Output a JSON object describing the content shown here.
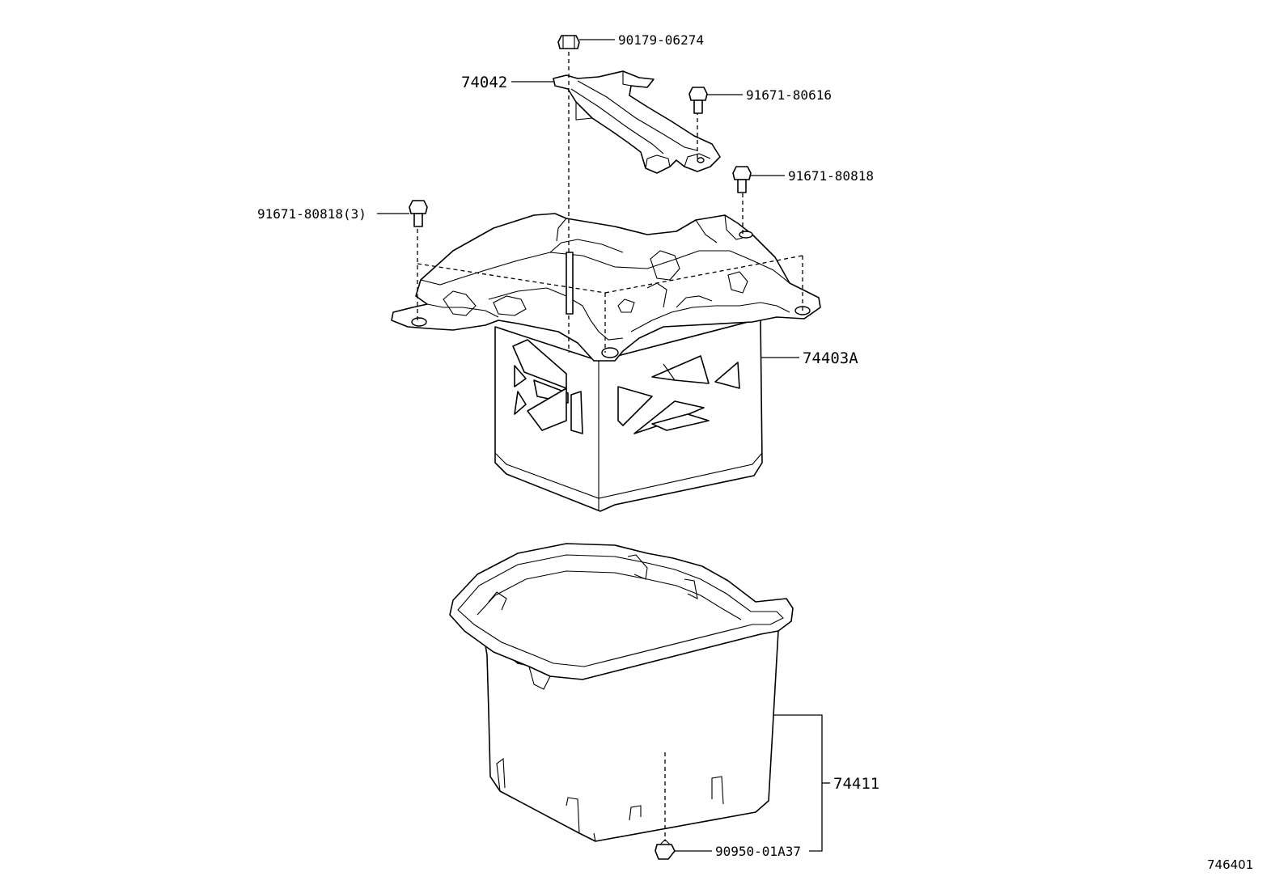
{
  "illustration_number": "746401",
  "callouts": {
    "bolt_top": "90179-06274",
    "bracket": "74042",
    "bolt_bracket": "91671-80616",
    "bolt_right": "91671-80818",
    "bolt_left": "91671-80818(3)",
    "carrier": "74403A",
    "tray": "74411",
    "clip": "90950-01A37"
  },
  "icons": {
    "bolt": "flange-bolt-icon",
    "nut": "flange-nut-icon",
    "clip": "clip-icon"
  }
}
